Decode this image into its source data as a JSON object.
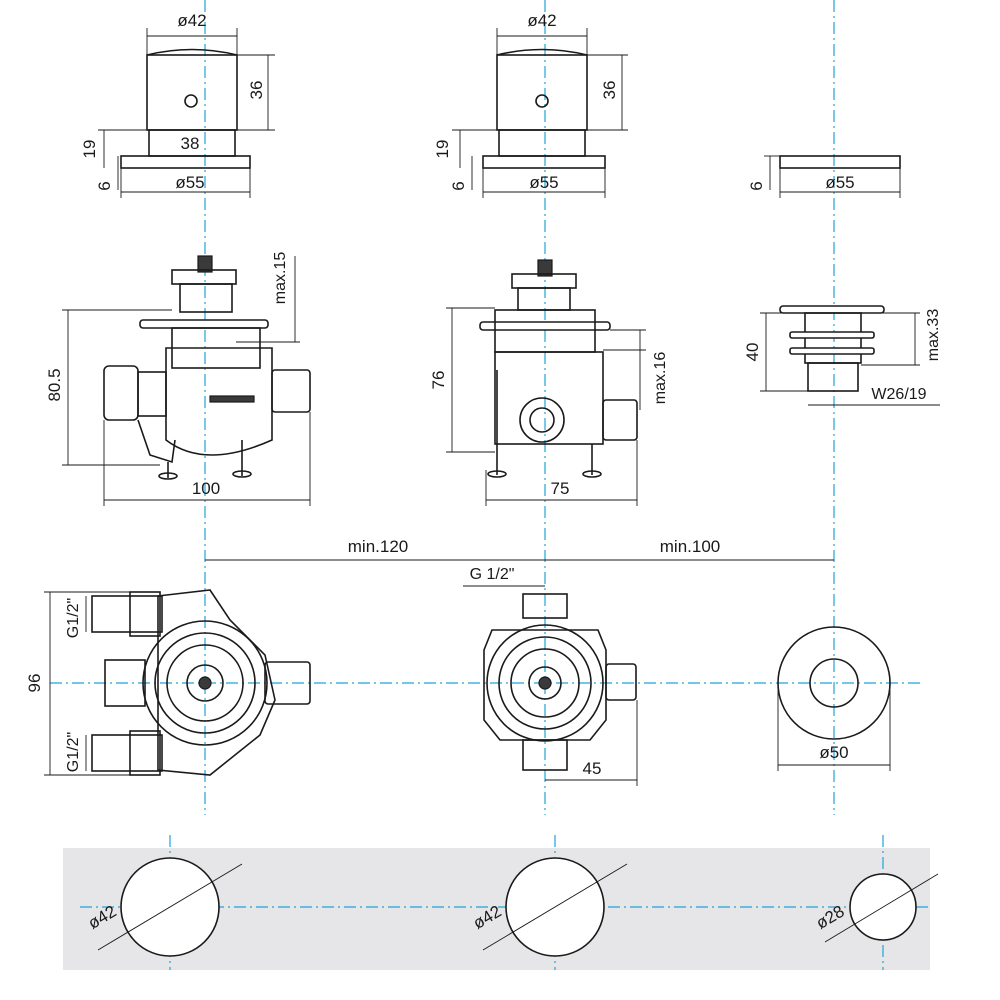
{
  "colors": {
    "axis": "#1fa3d9",
    "line": "#1a1a1a",
    "plate": "#e6e6e9"
  },
  "top_views": {
    "left": {
      "dia_top": "ø42",
      "height": "36",
      "body_width": "38",
      "base_height": "19",
      "plate_thickness": "6",
      "plate_dia": "ø55"
    },
    "mid": {
      "dia_top": "ø42",
      "height": "36",
      "base_height": "19",
      "plate_thickness": "6",
      "plate_dia": "ø55"
    },
    "right": {
      "plate_thickness": "6",
      "plate_dia": "ø55"
    }
  },
  "side_views": {
    "left": {
      "height": "80.5",
      "width": "100",
      "max_depth": "max.15"
    },
    "mid": {
      "height": "76",
      "width": "75",
      "max_depth": "max.16"
    },
    "right": {
      "height": "40",
      "max_depth": "max.33",
      "thread": "W26/19"
    }
  },
  "plan_views": {
    "spacing_left": "min.120",
    "spacing_right": "min.100",
    "thread_top": "G 1/2\"",
    "left_height": "96",
    "left_port_top": "G1/2\"",
    "left_port_bottom": "G1/2\"",
    "mid_offset": "45",
    "right_dia": "ø50"
  },
  "plate": {
    "knob_left": "ø42",
    "knob_mid": "ø42",
    "knob_right": "ø28"
  }
}
